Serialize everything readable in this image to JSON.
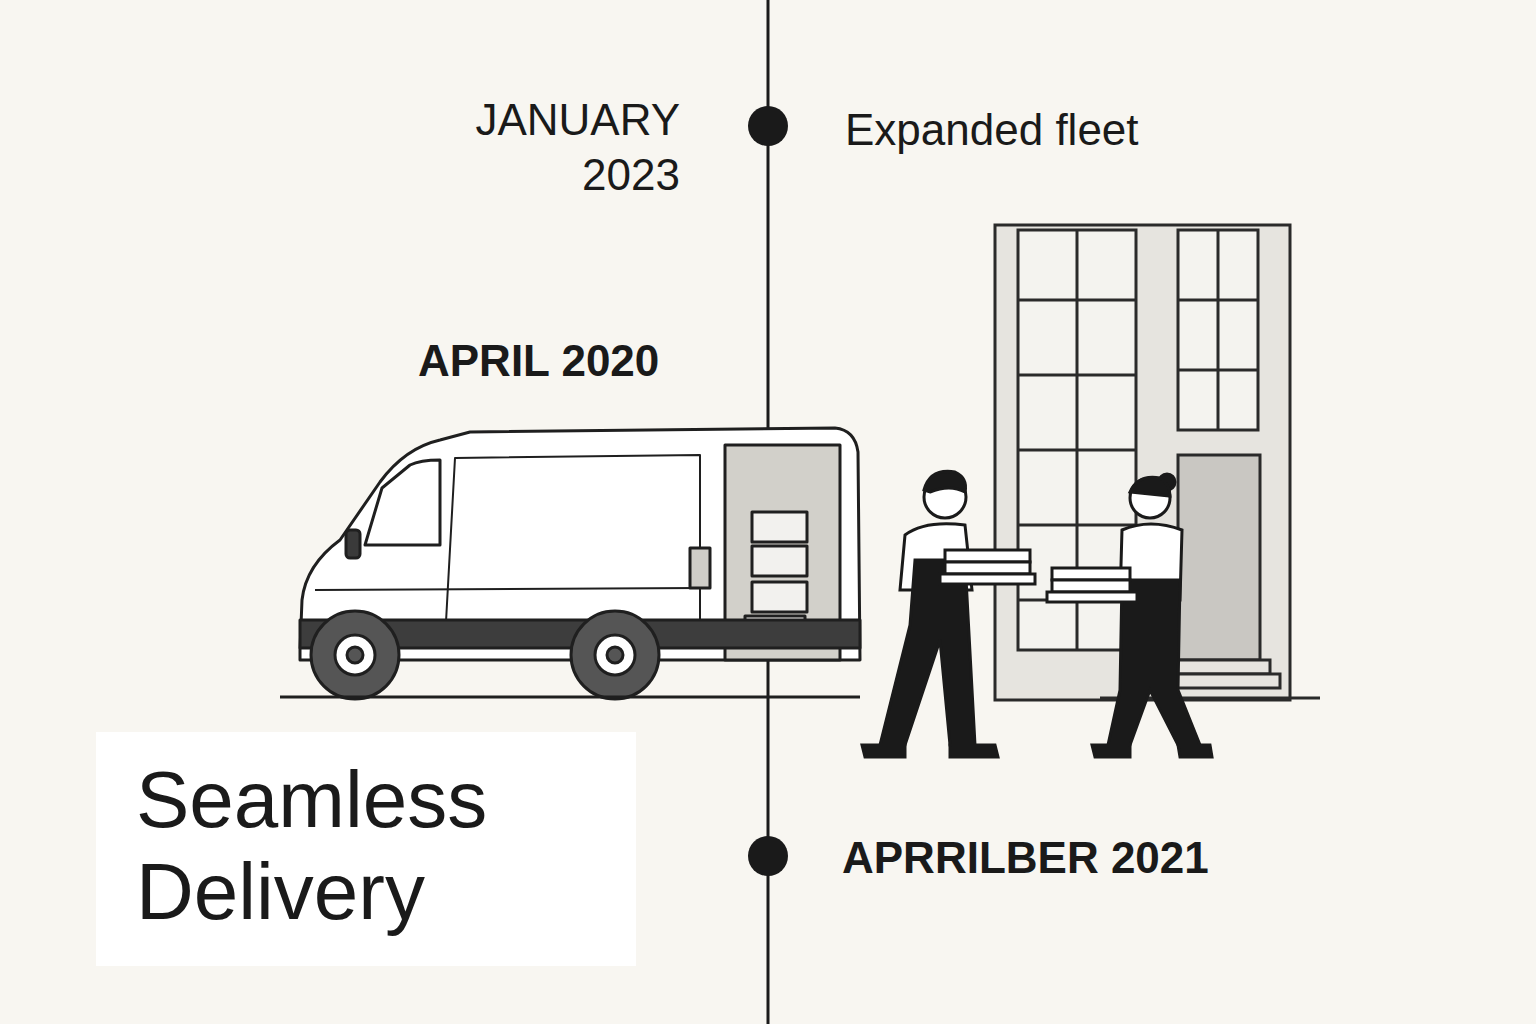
{
  "diagram": {
    "title": "Seamless Delivery",
    "labels": [
      "JANUARY 2023",
      "Expanded fleet",
      "APRIL 2020",
      "APRRILBER 2021"
    ]
  }
}
